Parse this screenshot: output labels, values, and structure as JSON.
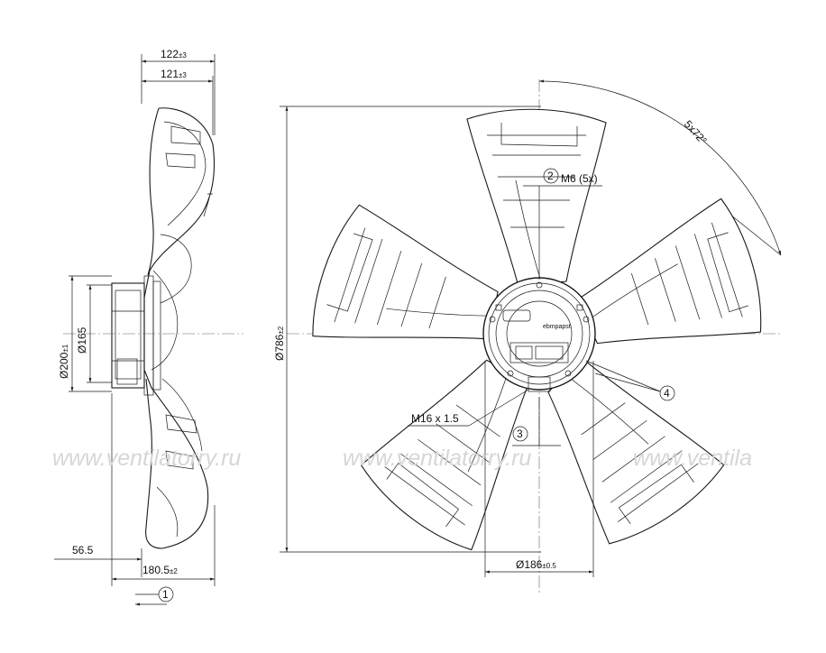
{
  "watermarks": [
    "www.ventilatorry.ru",
    "www.ventilatorry.ru",
    "www.ventila"
  ],
  "side_view": {
    "dim_width_outer": {
      "value": "122",
      "tol": "±3"
    },
    "dim_width_inner": {
      "value": "121",
      "tol": "±3"
    },
    "dim_dia_200": {
      "value": "Ø200",
      "tol": "±1"
    },
    "dim_dia_165": {
      "value": "Ø165"
    },
    "dim_56_5": {
      "value": "56.5"
    },
    "dim_180_5": {
      "value": "180.5",
      "tol": "±2"
    },
    "callout_1": "1"
  },
  "front_view": {
    "dim_dia_786": {
      "value": "Ø786",
      "tol": "±2"
    },
    "dim_angle": "5x72°",
    "callout_2": "2",
    "label_m6": "M6 (5x)",
    "callout_3": "3",
    "label_m16": "M16 x 1.5",
    "callout_4": "4",
    "dim_dia_186": {
      "value": "Ø186",
      "tol": "±0.5"
    },
    "hub_brand": "ebmpapst"
  },
  "colors": {
    "line": "#1a1a1a",
    "watermark": "#d6d6d6"
  }
}
